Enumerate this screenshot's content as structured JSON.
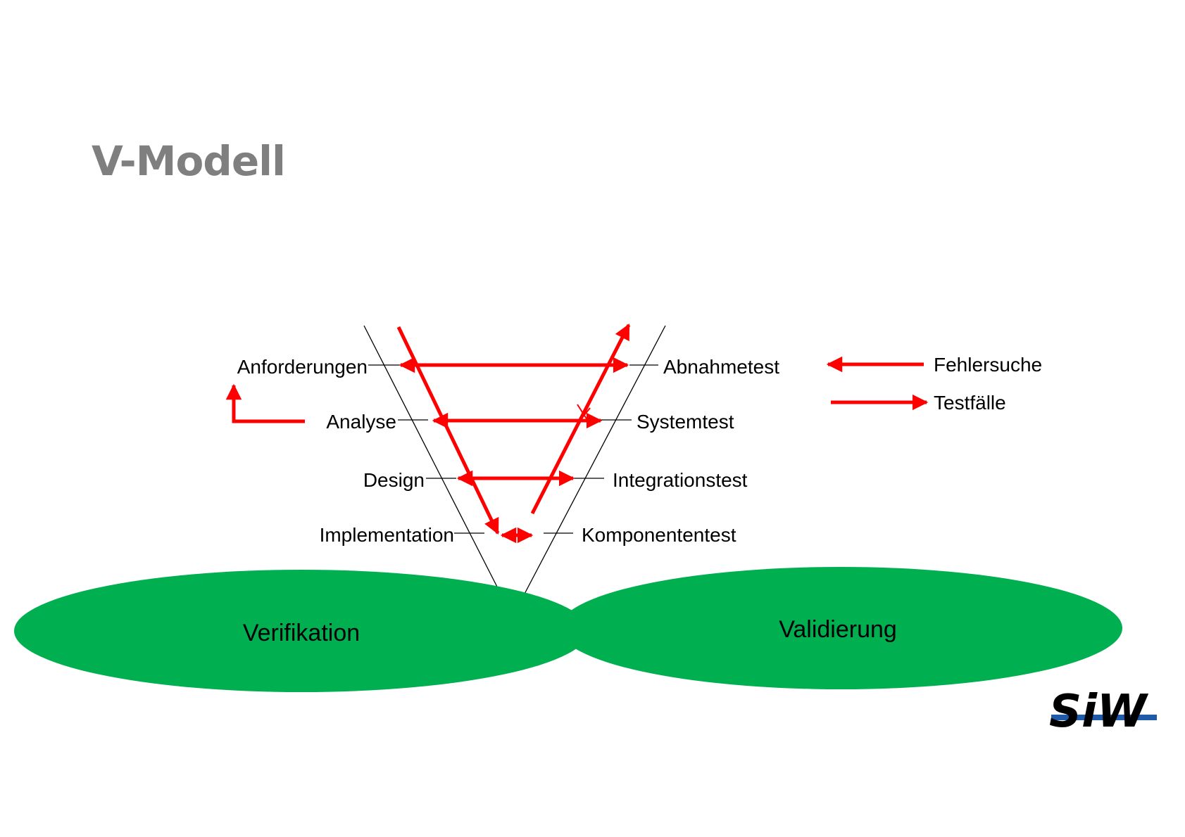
{
  "title": "V-Modell",
  "left_phases": [
    {
      "label": "Anforderungen"
    },
    {
      "label": "Analyse"
    },
    {
      "label": "Design"
    },
    {
      "label": "Implementation"
    }
  ],
  "right_phases": [
    {
      "label": "Abnahmetest"
    },
    {
      "label": "Systemtest"
    },
    {
      "label": "Integrationstest"
    },
    {
      "label": "Komponententest"
    }
  ],
  "legend": {
    "fehlersuche": "Fehlersuche",
    "testfaelle": "Testfälle"
  },
  "ellipses": {
    "left": "Verifikation",
    "right": "Validierung"
  },
  "logo": "SiW",
  "colors": {
    "arrow": "#ff0000",
    "ellipse": "#00b050",
    "title": "#7f7f7f",
    "logo": "#1f5aa8"
  }
}
